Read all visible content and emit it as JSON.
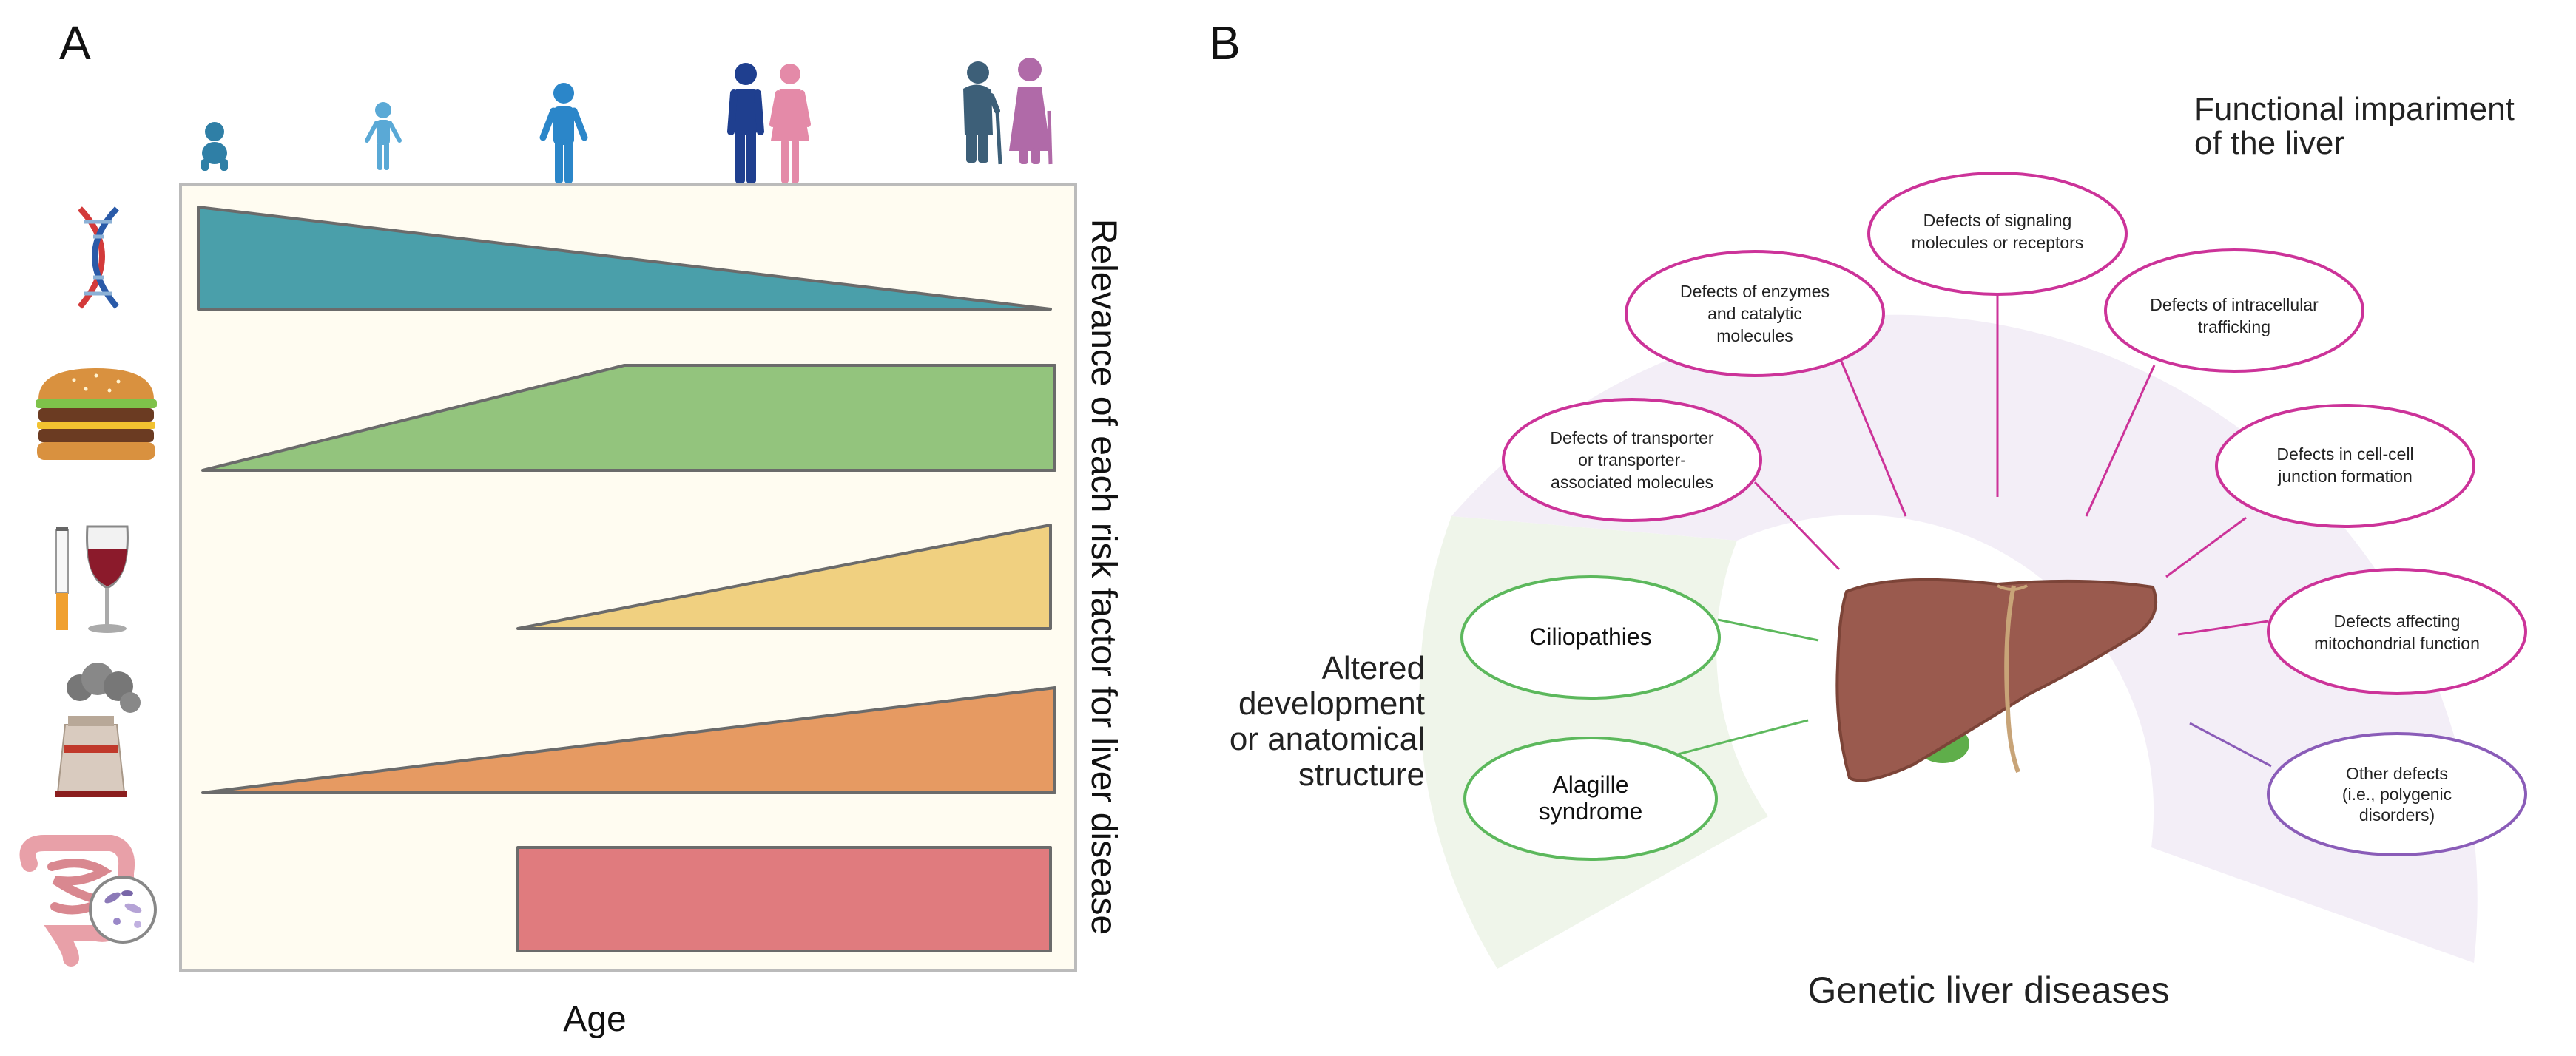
{
  "panel_a": {
    "label": "A",
    "x_axis_label": "Age",
    "y_axis_label": "Relevance of each risk factor for liver disease",
    "age_icons": [
      "infant-icon",
      "child-icon",
      "adolescent-icon",
      "adult-couple-icon",
      "elderly-couple-icon"
    ],
    "risk_factors": [
      {
        "icon": "dna-icon",
        "color": "#4a9faa",
        "profile": "decreasing"
      },
      {
        "icon": "burger-icon",
        "color": "#93c47d",
        "profile": "increasing-then-plateau"
      },
      {
        "icon": "cigarette-wine-icon",
        "color": "#f0d080",
        "profile": "increasing-late-onset"
      },
      {
        "icon": "factory-pollution-icon",
        "color": "#e69a62",
        "profile": "increasing"
      },
      {
        "icon": "gut-microbiome-icon",
        "color": "#e07b7e",
        "profile": "constant-late-onset"
      }
    ]
  },
  "panel_b": {
    "label": "B",
    "title_bottom": "Genetic liver diseases",
    "sector_top_label": [
      "Functional impariment",
      "of the liver"
    ],
    "sector_left_label": [
      "Altered",
      "development",
      "or anatomical",
      "structure"
    ],
    "colors": {
      "functional": "#cc3399",
      "developmental": "#5cb85c",
      "other": "#8a5cb8"
    },
    "functional_defects": [
      [
        "Defects of transporter",
        "or transporter-",
        "associated molecules"
      ],
      [
        "Defects of enzymes",
        "and catalytic",
        "molecules"
      ],
      [
        "Defects of signaling",
        "molecules or receptors"
      ],
      [
        "Defects of intracellular",
        "trafficking"
      ],
      [
        "Defects in cell-cell",
        "junction formation"
      ],
      [
        "Defects affecting",
        "mitochondrial function"
      ]
    ],
    "developmental_defects": [
      [
        "Ciliopathies"
      ],
      [
        "Alagille",
        "syndrome"
      ]
    ],
    "other_defects": [
      "Other defects",
      "(i.e., polygenic",
      "disorders)"
    ]
  }
}
